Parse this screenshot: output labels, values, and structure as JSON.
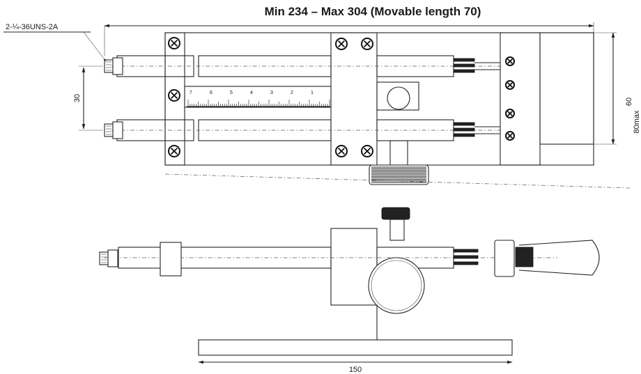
{
  "title": "Min 234 – Max 304 (Movable length 70)",
  "thread_label": "2-¼-36UNS-2A",
  "dimensions": {
    "spacing": "30",
    "height": "60",
    "height_max": "80max",
    "base_width": "150"
  },
  "scale_marks": [
    "7",
    "6",
    "5",
    "4",
    "3",
    "2",
    "1"
  ]
}
